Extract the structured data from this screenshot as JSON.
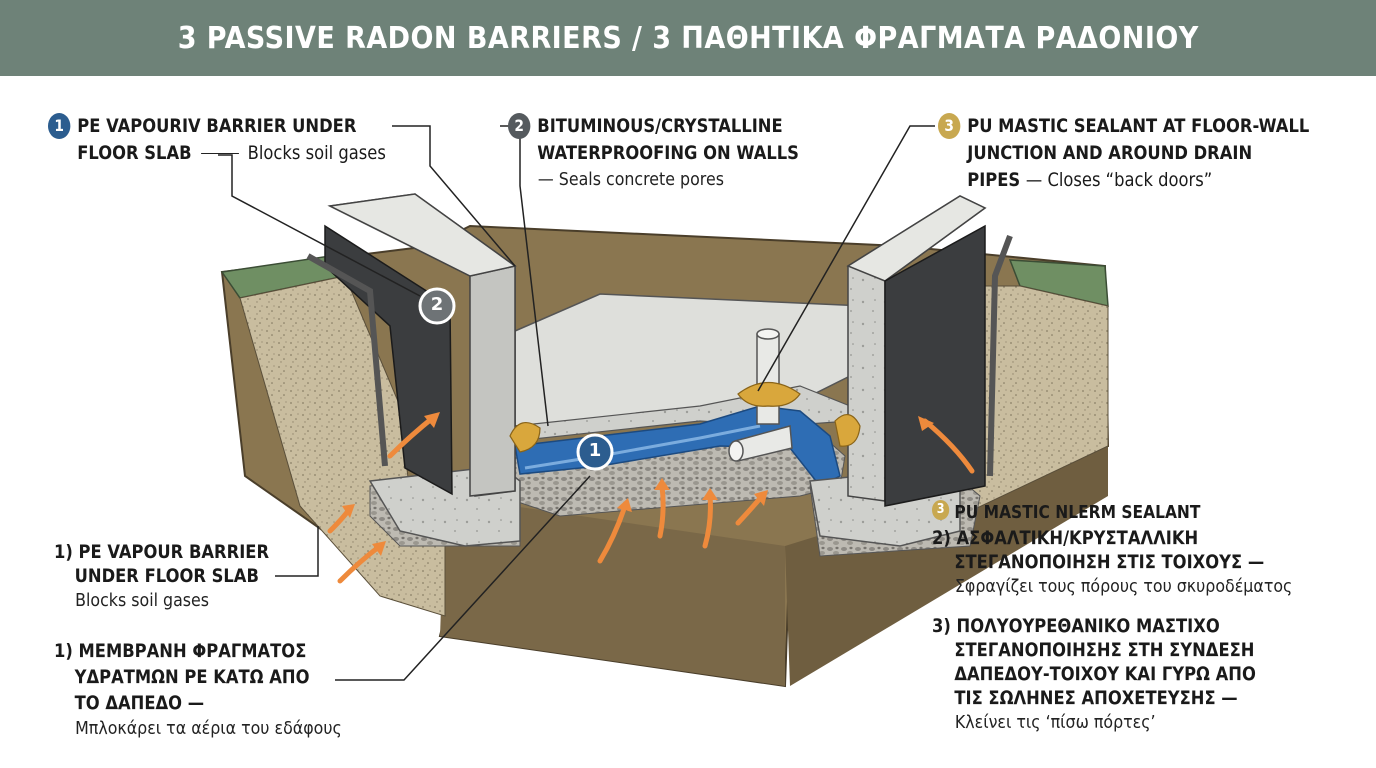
{
  "header": {
    "title": "3 PASSIVE RADON BARRIERS / 3 ΠΑΘΗΤΙΚΑ ΦΡΑΓΜΑΤΑ ΡΑΔΟΝΙΟΥ"
  },
  "colors": {
    "header_bg": "#6e8278",
    "badge_1": "#2c5d8f",
    "badge_2": "#555a5e",
    "badge_3": "#c8a850",
    "membrane": "#2e6db4",
    "sealant": "#d9a73c",
    "arrow": "#ee8a3c"
  },
  "callouts": {
    "c1": {
      "num": "1",
      "line1": "PE VAPOURIV BARRIER UNDER",
      "line2": "FLOOR SLAB",
      "desc": "Blocks soil gases"
    },
    "c2": {
      "num": "2",
      "line1": "BITUMINOUS/CRYSTALLINE",
      "line2": "WATERPROOFING ON WALLS",
      "desc": "— Seals concrete pores"
    },
    "c3": {
      "num": "3",
      "line1": "PU MASTIC SEALANT AT FLOOR-WALL",
      "line2": "JUNCTION AND AROUND DRAIN",
      "line3": "PIPES",
      "desc": "— Closes “back doors”"
    }
  },
  "diagram_markers": {
    "m1": "1",
    "m2": "2"
  },
  "left_notes": {
    "en": {
      "line1": "1) PE VAPOUR BARRIER",
      "line2": "UNDER FLOOR SLAB",
      "desc": "Blocks soil gases"
    },
    "gr": {
      "line1": "1) ΜΕΜΒΡΑΝΗ ΦΡΑΓΜΑΤΟΣ",
      "line2": "ΥΔΡΑΤΜΩΝ PE ΚΑΤΩ ΑΠΟ",
      "line3": "ΤΟ ΔΑΠΕΔΟ —",
      "desc": "Μπλοκάρει τα αέρια του εδάφους"
    }
  },
  "right_notes": {
    "n3_badge": "3",
    "n3_title": "PU MASTIC NLERM SEALANT",
    "n2": {
      "line1": "2) ΑΣΦΑΛΤΙΚΗ/ΚΡΥΣΤΑΛΛΙΚΗ",
      "line2": "ΣΤΕΓΑΝΟΠΟΙΗΣΗ ΣΤΙΣ ΤΟΙΧΟΥΣ —",
      "desc": "Σφραγίζει τους πόρους του σκυροδέματος"
    },
    "n3": {
      "line1": "3) ΠΟΛΥΟΥΡΕΘΑΝΙΚΟ ΜΑΣΤΙΧΟ",
      "line2": "ΣΤΕΓΑΝΟΠΟΙΗΣΗΣ ΣΤΗ ΣΥΝΔΕΣΗ",
      "line3": "ΔΑΠΕΔΟΥ-ΤΟΙΧΟΥ ΚΑΙ ΓΥΡΩ ΑΠΟ",
      "line4": "ΤΙΣ ΣΩΛΗΝΕΣ ΑΠΟΧΕΤΕΥΣΗΣ —",
      "desc": "Κλείνει τις ‘πίσω πόρτες’"
    }
  }
}
